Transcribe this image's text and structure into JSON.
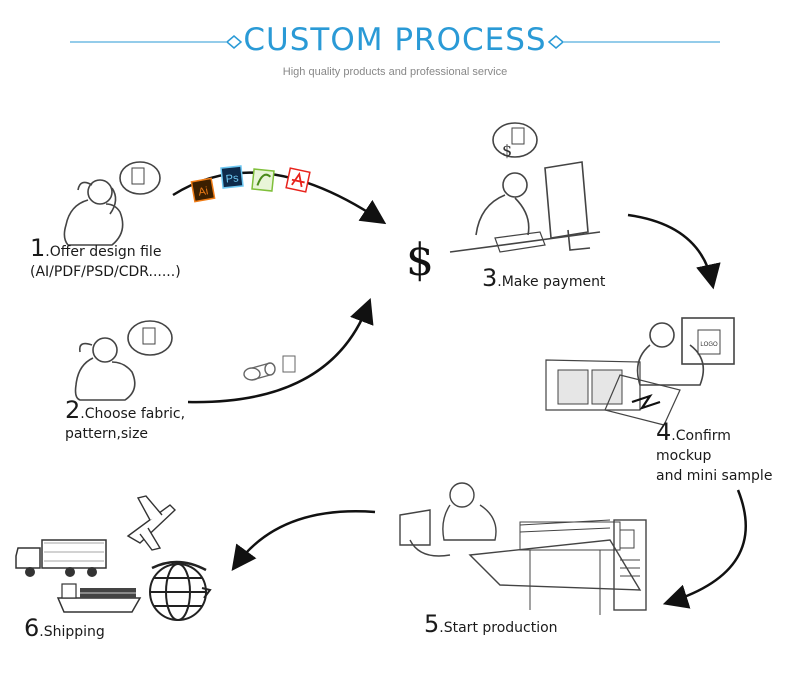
{
  "header": {
    "title": "CUSTOM PROCESS",
    "subtitle": "High quality products and professional service",
    "accent_color": "#2a9ad6"
  },
  "steps": [
    {
      "num": "1",
      "line1": ".Offer design file",
      "line2": "(AI/PDF/PSD/CDR......)"
    },
    {
      "num": "2",
      "line1": ".Choose fabric,",
      "line2": "pattern,size"
    },
    {
      "num": "3",
      "line1": ".Make payment",
      "line2": ""
    },
    {
      "num": "4",
      "line1": ".Confirm mockup",
      "line2": "and mini sample"
    },
    {
      "num": "5",
      "line1": ".Start production",
      "line2": ""
    },
    {
      "num": "6",
      "line1": ".Shipping",
      "line2": ""
    }
  ],
  "file_icons": [
    {
      "label": "Ai",
      "color": "#f07c16",
      "bg": "#3b1f00",
      "icon": "illustrator-icon"
    },
    {
      "label": "Ps",
      "color": "#6fc8f2",
      "bg": "#0d2a4a",
      "icon": "photoshop-icon"
    },
    {
      "label": "",
      "color": "#7fbf3a",
      "bg": "#e9f5d8",
      "icon": "coreldraw-icon"
    },
    {
      "label": "",
      "color": "#e8221b",
      "bg": "#ffffff",
      "icon": "pdf-icon"
    }
  ],
  "money": {
    "symbol": "$"
  },
  "mockup": {
    "logo_text": "LOGO"
  },
  "colors": {
    "line": "#222222",
    "sketch": "#555555",
    "accent": "#2a9ad6"
  }
}
